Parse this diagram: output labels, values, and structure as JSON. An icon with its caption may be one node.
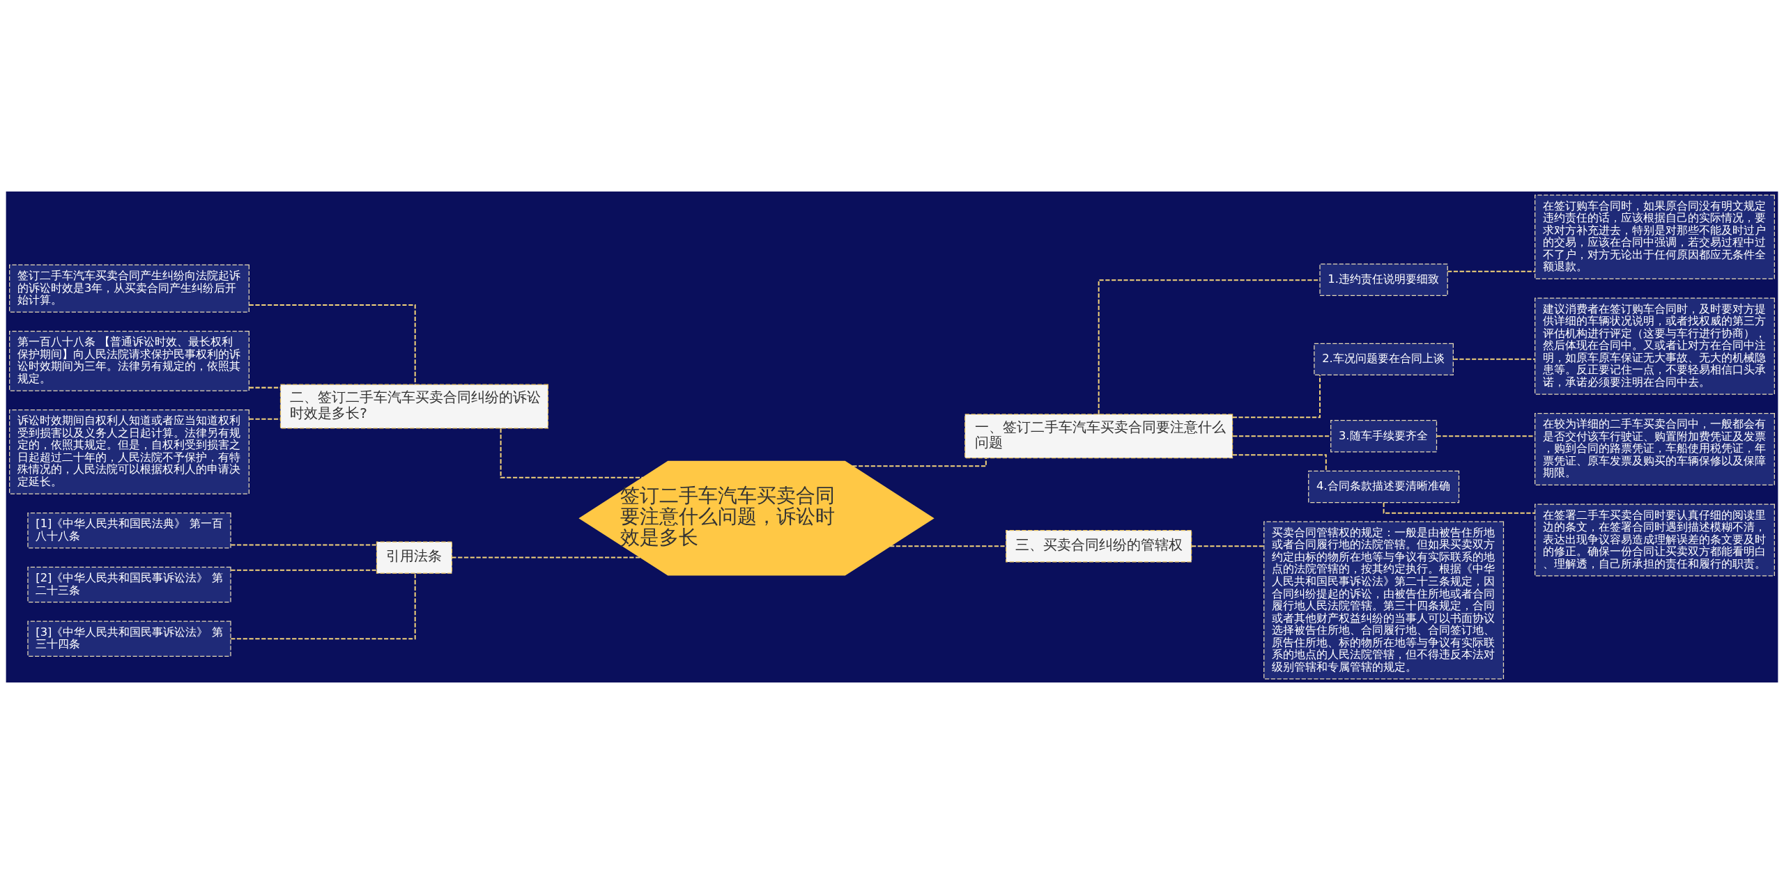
{
  "diagram": {
    "nodes": [
      {
        "text": [
          "签订二手车汽车买卖合同要注意什么问题，诉讼时效是多长"
        ]
      },
      {
        "text": [
          "一、签订二手车汽车买卖合同要注意什么问题"
        ]
      },
      {
        "text": [
          "1.违约责任说明要细致"
        ]
      },
      {
        "text": [
          "在签订购车合同时，如果原合同没有明文规定违约责任的话，应该根据自己的实际情况，要求对方补充进去，特别是对那些不能及时过户的交易，应该在合同中强调，若交易过程中过不了户，对方无论出于任何原因都应无条件全额退款。"
        ]
      },
      {
        "text": [
          "2.车况问题要在合同上谈"
        ]
      },
      {
        "text": [
          "建议消费者在签订购车合同时，及时要对方提供详细的车辆状况说明，或者找权威的第三方评估机构进行评定（这要与车行进行协商），然后体现在合同中。又或者让对方在合同中注明，如原车原车保证无大事故、无大的机械隐患等。反正要记住一点，不要轻易相信口头承诺，承诺必须要注明在合同中去。"
        ]
      },
      {
        "text": [
          "3.随车手续要齐全"
        ]
      },
      {
        "text": [
          "在较为详细的二手车买卖合同中，一般都会有是否交付该车行驶证、购置附加费凭证及发票，购到合同的路票凭证，车船使用税凭证，年票凭证、原车发票及购买的车辆保修以及保障期限。"
        ]
      },
      {
        "text": [
          "4.合同条款描述要清晰准确"
        ]
      },
      {
        "text": [
          "在签署二手车买卖合同时要认真仔细的阅读里边的条文，在签署合同时遇到描述模糊不清，表达出现争议容易造成理解误差的条文要及时的修正。确保一份合同让买卖双方都能看明白、理解透，自己所承担的责任和履行的职责。"
        ]
      },
      {
        "text": [
          "三、买卖合同纠纷的管辖权"
        ]
      },
      {
        "text": [
          "买卖合同管辖权的规定：一般是由被告住所地或者合同履行地的法院管辖。但如果买卖双方约定由标的物所在地等与争议有实际联系的地点的法院管辖的，按其约定执行。根据《中华人民共和国民事诉讼法》第二十三条规定，因合同纠纷提起的诉讼，由被告住所地或者合同履行地人民法院管辖。第三十四条规定，合同或者其他财产权益纠纷的当事人可以书面协议选择被告住所地、合同履行地、合同签订地、原告住所地、标的物所在地等与争议有实际联系的地点的人民法院管辖，但不得违反本法对级别管辖和专属管辖的规定。"
        ]
      },
      {
        "text": [
          "二、签订二手车汽车买卖合同纠纷的诉讼时效是多长?"
        ]
      },
      {
        "text": [
          "签订二手车汽车买卖合同产生纠纷向法院起诉的诉讼时效是3年，从买卖合同产生纠纷后开始计算。"
        ]
      },
      {
        "text": [
          "第一百八十八条 【普通诉讼时效、最长权利保护期间】向人民法院请求保护民事权利的诉讼时效期间为三年。法律另有规定的，依照其规定。"
        ]
      },
      {
        "text": [
          "诉讼时效期间自权利人知道或者应当知道权利受到损害以及义务人之日起计算。法律另有规定的，依照其规定。但是，自权利受到损害之日起超过二十年的，人民法院不予保护，有特殊情况的，人民法院可以根据权利人的申请决定延长。"
        ]
      },
      {
        "text": [
          "引用法条"
        ]
      },
      {
        "text": [
          "[1]《中华人民共和国民法典》 第一百八十八条"
        ]
      },
      {
        "text": [
          "[2]《中华人民共和国民事诉讼法》 第二十三条"
        ]
      },
      {
        "text": [
          "[3]《中华人民共和国民事诉讼法》 第三十四条"
        ]
      }
    ],
    "edges": [
      {
        "from": 0,
        "to": 1,
        "arrow": "none",
        "style": "dashed"
      },
      {
        "from": 1,
        "to": 2,
        "arrow": "none",
        "style": "dashed"
      },
      {
        "from": 2,
        "to": 3,
        "arrow": "none",
        "style": "dashed"
      },
      {
        "from": 1,
        "to": 4,
        "arrow": "none",
        "style": "dashed"
      },
      {
        "from": 4,
        "to": 5,
        "arrow": "none",
        "style": "dashed"
      },
      {
        "from": 1,
        "to": 6,
        "arrow": "none",
        "style": "dashed"
      },
      {
        "from": 6,
        "to": 7,
        "arrow": "none",
        "style": "dashed"
      },
      {
        "from": 1,
        "to": 8,
        "arrow": "none",
        "style": "dashed"
      },
      {
        "from": 8,
        "to": 9,
        "arrow": "none",
        "style": "dashed"
      },
      {
        "from": 0,
        "to": 10,
        "arrow": "none",
        "style": "dashed"
      },
      {
        "from": 10,
        "to": 11,
        "arrow": "none",
        "style": "dashed"
      },
      {
        "from": 0,
        "to": 12,
        "arrow": "none",
        "style": "dashed"
      },
      {
        "from": 12,
        "to": 13,
        "arrow": "none",
        "style": "dashed"
      },
      {
        "from": 12,
        "to": 14,
        "arrow": "none",
        "style": "dashed"
      },
      {
        "from": 12,
        "to": 15,
        "arrow": "none",
        "style": "dashed"
      },
      {
        "from": 0,
        "to": 16,
        "arrow": "none",
        "style": "dashed"
      },
      {
        "from": 16,
        "to": 17,
        "arrow": "none",
        "style": "dashed"
      },
      {
        "from": 16,
        "to": 18,
        "arrow": "none",
        "style": "dashed"
      },
      {
        "from": 16,
        "to": 19,
        "arrow": "none",
        "style": "dashed"
      }
    ]
  }
}
